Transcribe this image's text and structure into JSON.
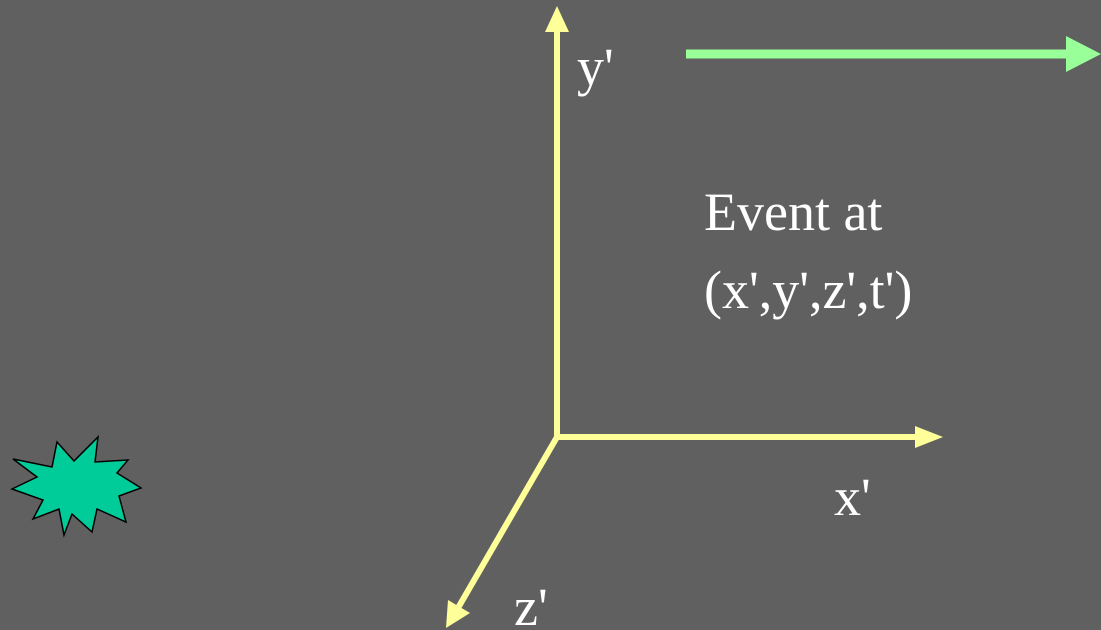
{
  "axes": {
    "x_label": "x'",
    "y_label": "y'",
    "z_label": "z'"
  },
  "event": {
    "line1": "Event at",
    "line2": "(x',y',z',t')"
  },
  "colors": {
    "background": "#606060",
    "axis": "#ffff99",
    "velocity_arrow": "#99ff99",
    "starburst_fill": "#00cc99",
    "starburst_stroke": "#000000",
    "text": "#ffffff"
  },
  "icons": {
    "event_marker": "starburst-icon",
    "motion": "arrow-right-icon"
  }
}
